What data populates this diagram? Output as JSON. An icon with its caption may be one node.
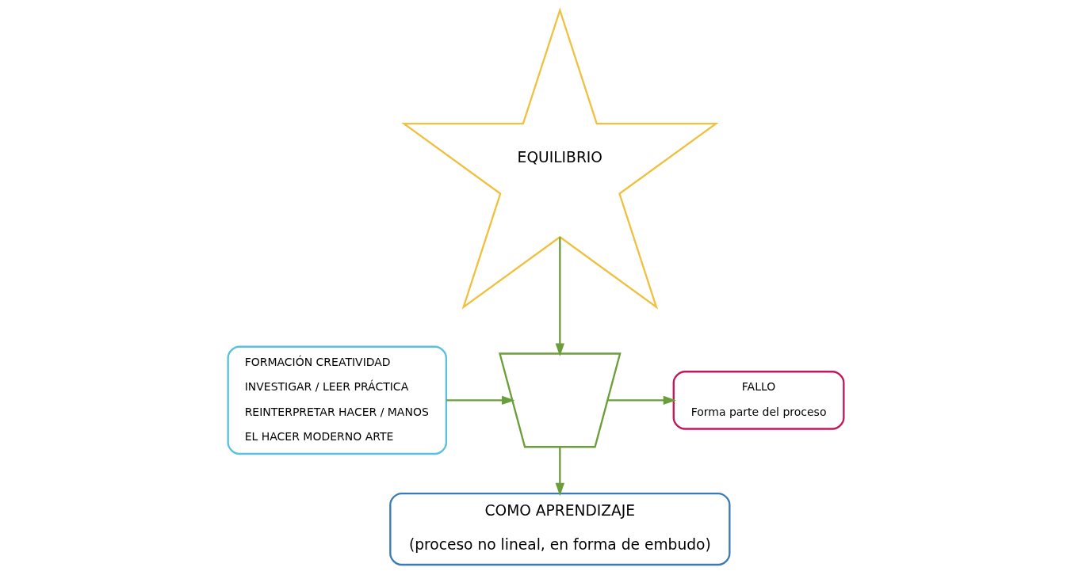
{
  "diagram": {
    "nodes": [
      {
        "text": [
          "EQUILIBRIO"
        ]
      },
      {
        "text": [
          "FORMACIÓN CREATIVIDAD",
          "INVESTIGAR / LEER PRÁCTICA",
          "REINTERPRETAR HACER / MANOS",
          "EL HACER MODERNO ARTE"
        ]
      },
      {
        "text": [],
        "shape": "funnel"
      },
      {
        "text": [
          "FALLO",
          "Forma parte del proceso"
        ]
      },
      {
        "text": [
          "COMO APRENDIZAJE",
          "(proceso no lineal, en forma de embudo)"
        ]
      }
    ],
    "edges": [
      {
        "from": 0,
        "to": 2,
        "arrow": "to"
      },
      {
        "from": 1,
        "to": 2,
        "arrow": "to"
      },
      {
        "from": 2,
        "to": 3,
        "arrow": "to"
      },
      {
        "from": 2,
        "to": 4,
        "arrow": "to"
      }
    ]
  }
}
